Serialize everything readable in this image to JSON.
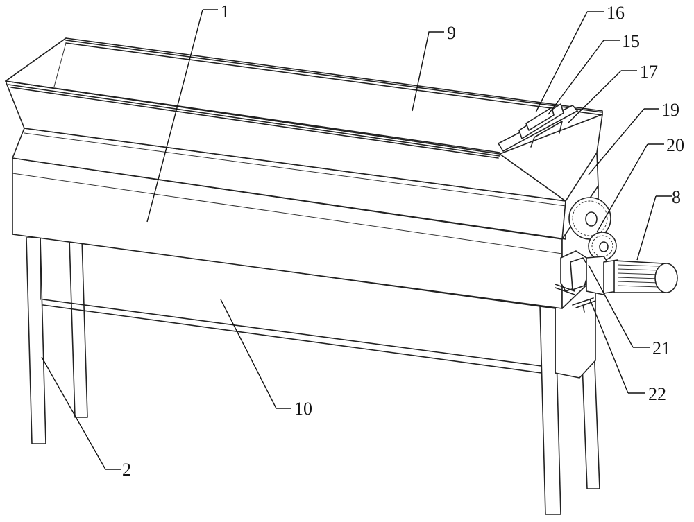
{
  "labels": {
    "p1": "1",
    "p2": "2",
    "p8": "8",
    "p9": "9",
    "p10": "10",
    "p15": "15",
    "p16": "16",
    "p17": "17",
    "p19": "19",
    "p20": "20",
    "p21": "21",
    "p22": "22"
  }
}
